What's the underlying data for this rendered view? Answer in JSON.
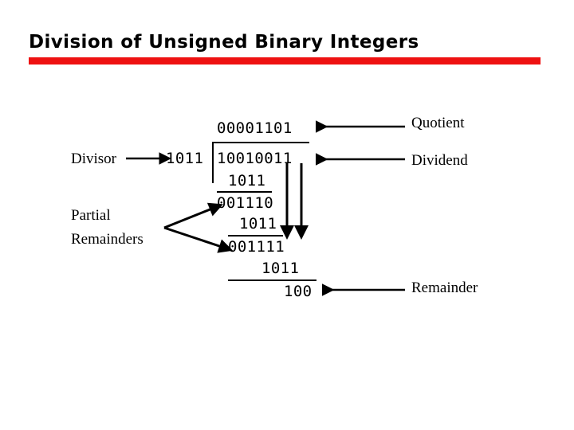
{
  "slide": {
    "title": "Division of Unsigned Binary Integers",
    "rule_color": "#ee1111"
  },
  "division": {
    "divisor": "1011",
    "quotient": "00001101",
    "dividend": "10010011",
    "steps": [
      {
        "name": "subtract-1",
        "value": "1011"
      },
      {
        "name": "partial-remainder-1",
        "value": "001110"
      },
      {
        "name": "subtract-2",
        "value": "1011"
      },
      {
        "name": "partial-remainder-2",
        "value": "001111"
      },
      {
        "name": "subtract-3",
        "value": "1011"
      },
      {
        "name": "final-remainder",
        "value": "100"
      }
    ]
  },
  "labels": {
    "divisor": "Divisor",
    "partial_remainders_line1": "Partial",
    "partial_remainders_line2": "Remainders",
    "quotient": "Quotient",
    "dividend": "Dividend",
    "remainder": "Remainder"
  }
}
